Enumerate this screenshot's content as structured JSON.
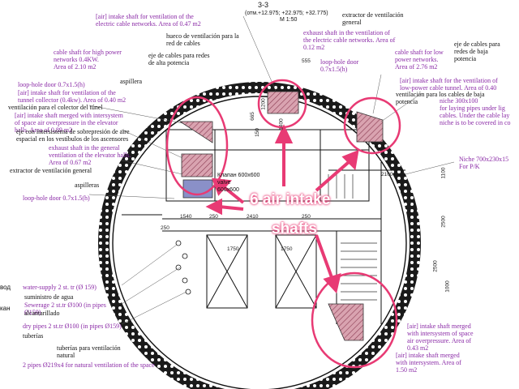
{
  "header": {
    "section": "3-3",
    "elevations": "(отм.+12.975; +22.975; +32.775)",
    "scale": "М 1:50",
    "extractor_top": "extractor de ventilación\ngeneral"
  },
  "labels": {
    "air_elec_top": "[air] intake shaft for ventilation of the\nelectric cable networks. Area of 0.47 m2",
    "hueco_vent": "hueco de ventilación para la\nred de cables",
    "exhaust_elec": "exhaust shaft in the ventilation of\nthe electric cable networks. Area of\n0.12 m2",
    "eje_baja_top": "eje de cables para\nredes de baja\npotencia",
    "cable_high": "cable shaft for high power\nnetworks 0.4KW.\nArea of 2.10 m2",
    "eje_alta": "eje de cables para redes\nde alta potencia",
    "loop_top": "loop-hole door\n0.7x1.5(h)",
    "cable_low": "cable shaft for low\npower networks.\nArea of 2.76 m2",
    "air_low_right": "[air] intake shaft for the ventilation of\nlow-power cable tunnel. Area of 0.40",
    "vent_baja": "ventilación para los cables de baja\npotencia",
    "niche_300": "niche 300x100\nfor laying pipes under lig\ncables. Under the cable lay\nniche is to be covered in co",
    "loop_left1": "loop-hole door 0.7x1.5(h)",
    "aspillera": "aspillera",
    "air_tunnel": "[air] intake shaft for ventilation of the\ntunnel collector (0.4kw). Area of 0.40 m2",
    "vent_colector": "ventilación para el colector del túnel",
    "air_merged_elev": "[air] intake shaft merged with intersystem\nof space air overpressure in the elevator\nhalls. Area of 0.89 m2",
    "eje_intersistema": "eje con intersistema de sobrepresión de aire\nespacial en los vestíbulos de los ascensores",
    "exhaust_elevator": "exhaust shaft in the general\nventilation of the elevator halls.\nArea of 0.67 m2",
    "extractor_general": "extractor de ventilación general",
    "niche_700": "Niche 700x230x15\nFor P/K",
    "aspilleras": "aspilleras",
    "loop_left2": "loop-hole door 0.7x1.5(h)",
    "valve": "Клапан 600x600\nvalve\n600x600",
    "water_supply": "water-supply 2 st. tr (Ø 159)",
    "suministro": "suministro de agua",
    "sewerage": "Sewerage 2 st.tr Ø100 (in pipes\nØ159)",
    "alcantarillado": "alcantarillado",
    "dry_pipes": "dry pipes 2 st.tr Ø100 (in pipes Ø159)",
    "tuberias": "tuberías",
    "tuberias_vent": "tuberías para ventilación\nnatural",
    "two_pipes": "2 pipes Ø219x4 for natural ventilation of the space",
    "air_overpressure": "[air] intake shaft merged\nwith intersystem of space\nair overpressure.  Area of\n0.43 m2",
    "air_intersystem": "[air] intake shaft merged\nwith intersystem. Area of\n1.50 m2",
    "vod": "вод",
    "kan": "кан"
  },
  "callout": {
    "line1": "6 air intake",
    "line2": "shafts"
  },
  "dimensions": {
    "d1540": "1540",
    "d2410": "2410",
    "d2100": "2100",
    "d1100": "1100",
    "d2500a": "2500",
    "d2500b": "2500",
    "d1000": "1000",
    "d1750a": "1750",
    "d1750b": "1750",
    "d250a": "250",
    "d250b": "250",
    "d250c": "250",
    "d665": "665",
    "d150": "150",
    "d555": "555",
    "d1200": "1200",
    "d1400": "1400",
    "d1200b": "1200"
  },
  "colors": {
    "annotation_purple": "#8a2aa6",
    "highlight_pink": "#e83a74",
    "shaft_fill": "#c98a9a",
    "valve_fill": "#8a90c8"
  }
}
